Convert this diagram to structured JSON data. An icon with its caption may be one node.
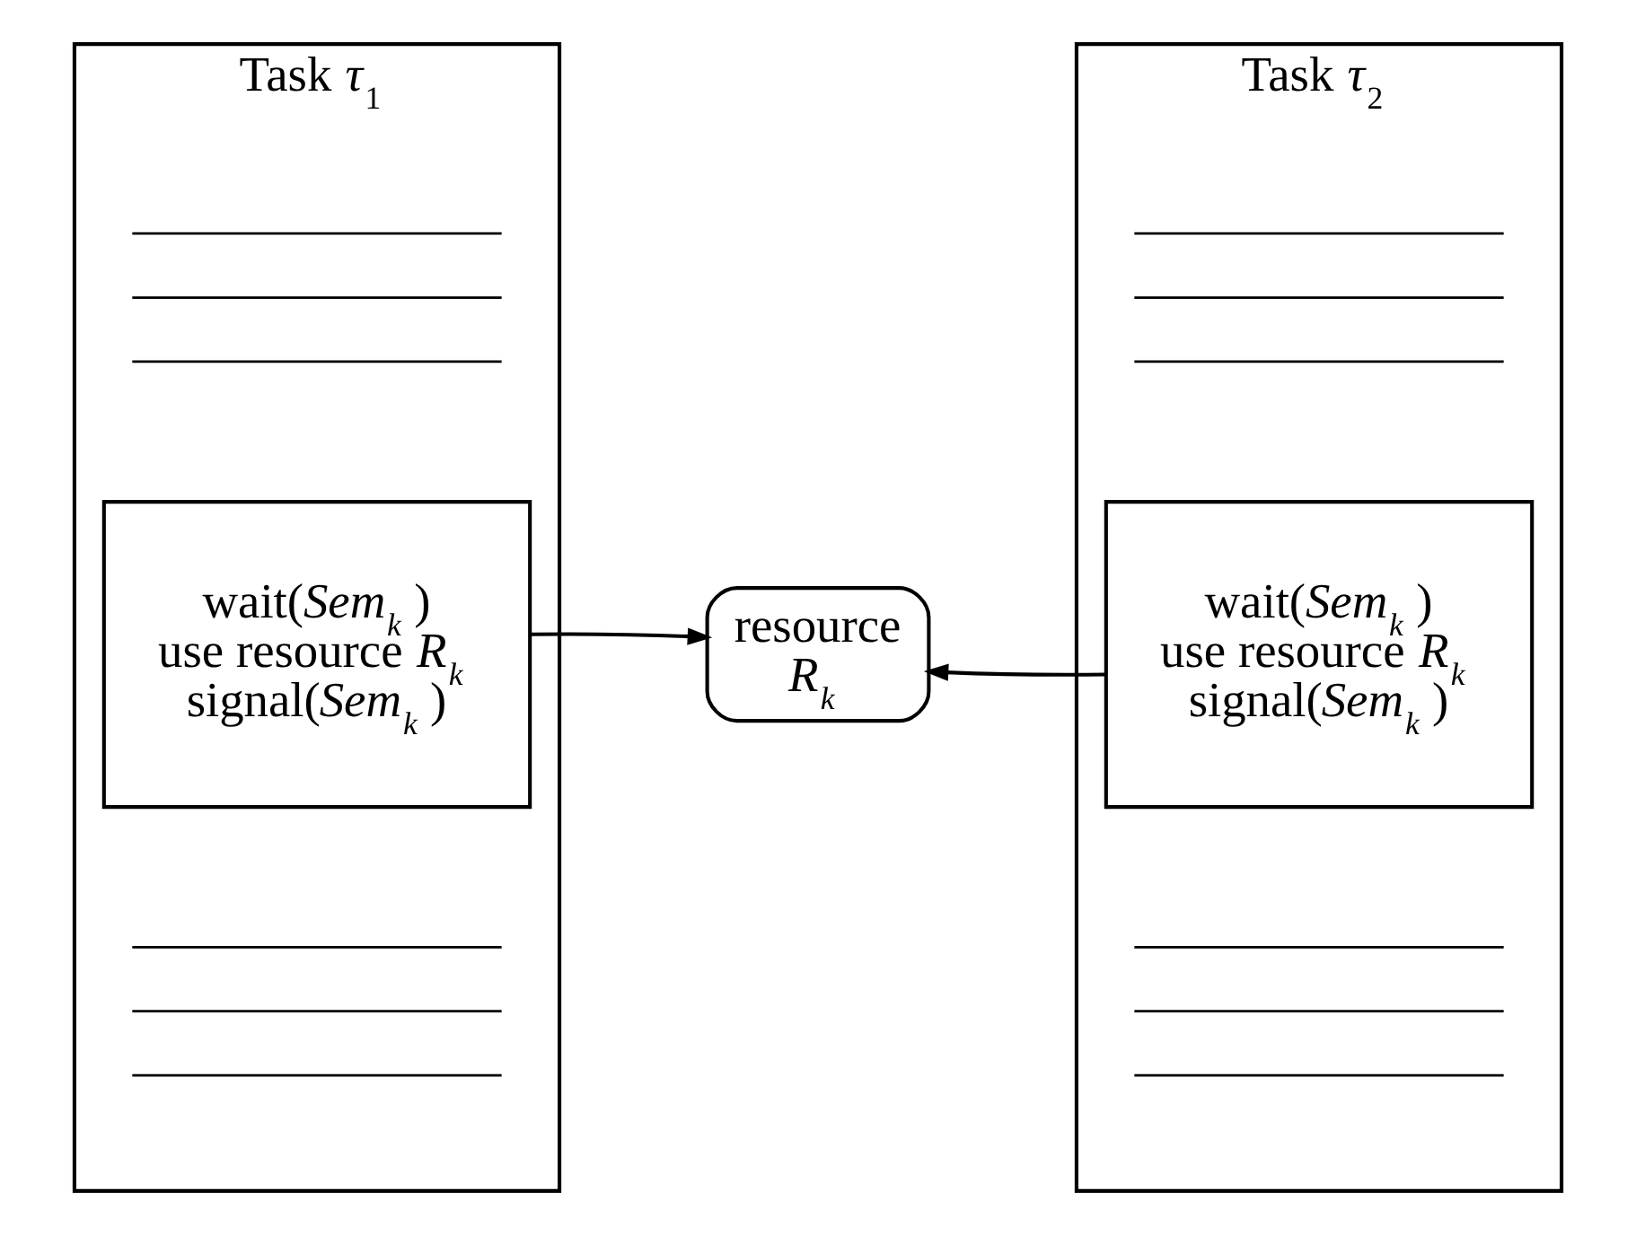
{
  "diagram": {
    "nodes": [
      {
        "text": [
          "Task *τ*$_{1}$"
        ]
      },
      {
        "text": [
          "wait(*Sem$_{k}$*)",
          "use resource *R$_{k}$*",
          "signal(*Sem$_{k}$*)"
        ],
        "in": 0
      },
      {
        "text": [
          "resource *R$_{k}$*"
        ]
      },
      {
        "text": [
          "Task *τ*$_{2}$"
        ]
      },
      {
        "text": [
          "wait(*Sem$_{k}$*)",
          "use resource *R$_{k}$*",
          "signal(*Sem$_{k}$*)"
        ],
        "in": 3
      }
    ],
    "edges": [
      {
        "from": 1,
        "to": 2,
        "arrow": "to"
      },
      {
        "from": 4,
        "to": 2,
        "arrow": "to"
      }
    ]
  }
}
